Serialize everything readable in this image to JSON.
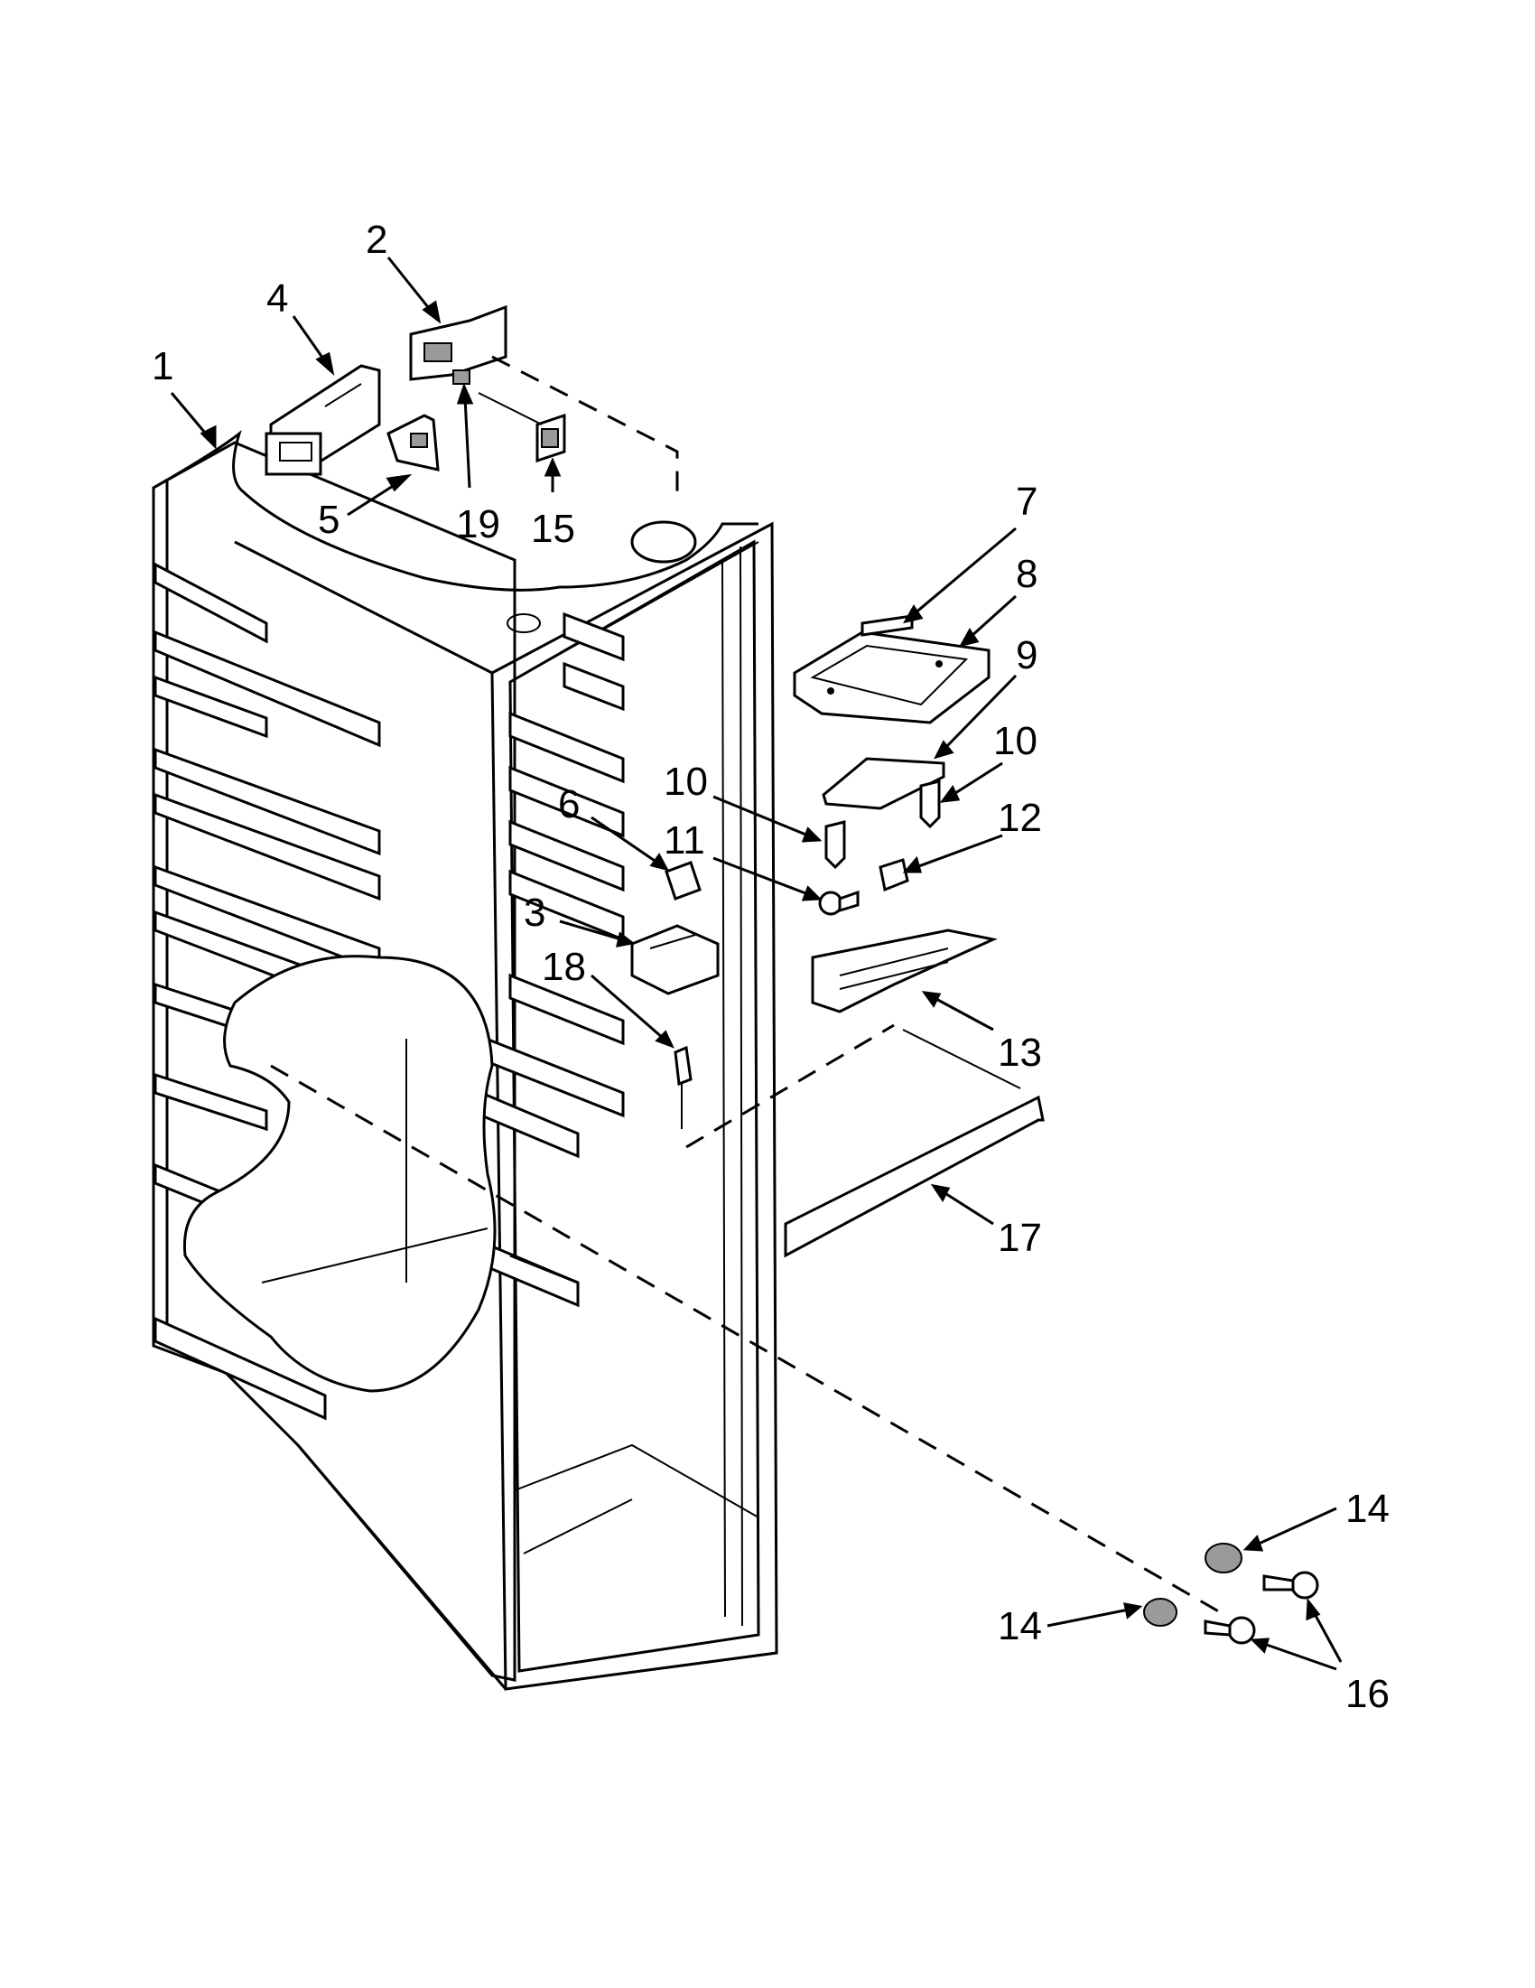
{
  "callouts": [
    {
      "id": "1",
      "text": "1"
    },
    {
      "id": "2",
      "text": "2"
    },
    {
      "id": "3",
      "text": "3"
    },
    {
      "id": "4",
      "text": "4"
    },
    {
      "id": "5",
      "text": "5"
    },
    {
      "id": "6",
      "text": "6"
    },
    {
      "id": "7",
      "text": "7"
    },
    {
      "id": "8",
      "text": "8"
    },
    {
      "id": "9",
      "text": "9"
    },
    {
      "id": "10a",
      "text": "10"
    },
    {
      "id": "10b",
      "text": "10"
    },
    {
      "id": "11",
      "text": "11"
    },
    {
      "id": "12",
      "text": "12"
    },
    {
      "id": "13",
      "text": "13"
    },
    {
      "id": "14a",
      "text": "14"
    },
    {
      "id": "14b",
      "text": "14"
    },
    {
      "id": "15",
      "text": "15"
    },
    {
      "id": "16",
      "text": "16"
    },
    {
      "id": "17",
      "text": "17"
    },
    {
      "id": "18",
      "text": "18"
    },
    {
      "id": "19",
      "text": "19"
    }
  ]
}
